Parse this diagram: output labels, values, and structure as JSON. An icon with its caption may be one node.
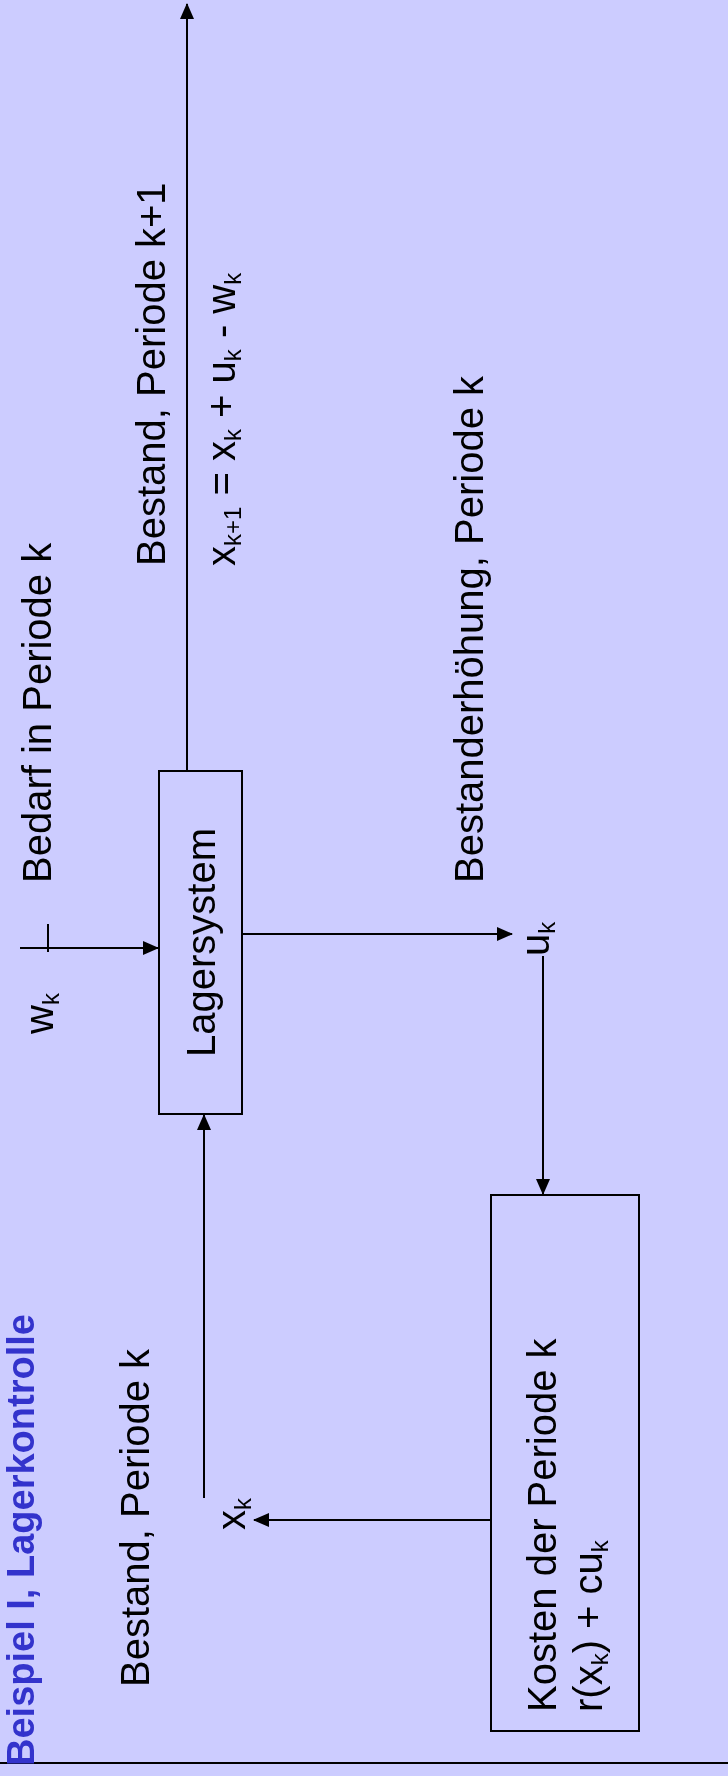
{
  "diagram": {
    "title": "Beispiel I, Lagerkontrolle",
    "nodes": [
      {
        "text": [
          "Lagersystem"
        ]
      },
      {
        "text": [
          "w$_{k}$"
        ],
        "beside": [
          "Bedarf in Periode k"
        ]
      },
      {
        "text": [
          "x$_{k}$"
        ],
        "beside": [
          "Bestand, Periode k"
        ]
      },
      {
        "text": [
          "u$_{k}$"
        ],
        "beside": [
          "Bestanderhöhung, Periode k"
        ]
      },
      {
        "text": [
          "Kosten der Periode k",
          "r(x$_{k}$) + cu$_{k}$"
        ]
      }
    ],
    "edges": [
      {
        "from": 1,
        "to": 0,
        "arrow": "to"
      },
      {
        "from": 0,
        "to": 3,
        "arrow": "to"
      },
      {
        "from": 3,
        "to": 4,
        "arrow": "to"
      },
      {
        "from": 4,
        "to": 2,
        "arrow": "to"
      },
      {
        "from": 2,
        "to": 0,
        "arrow": "to"
      },
      {
        "from": 0,
        "to": null,
        "arrow": "to",
        "label": "Bestand, Periode k+1"
      }
    ],
    "labels": [
      "x$_{k+1}$ = x$_{k}$ + u$_{k}$ - w$_{k}$"
    ]
  }
}
